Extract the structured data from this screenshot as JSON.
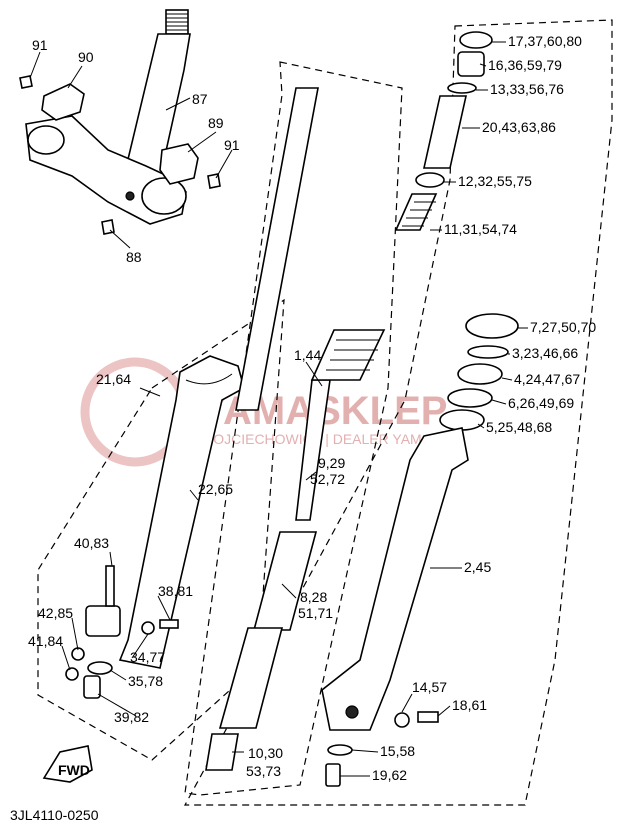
{
  "diagram": {
    "code": "3JL4110-0250",
    "fwd_label": "FWD",
    "watermark": {
      "brand": "YAMASKLEP",
      "sub": "WOJCIECHOWICZ | DEALER YAMAHA"
    },
    "callouts": {
      "c91a": "91",
      "c90": "90",
      "c87": "87",
      "c89": "89",
      "c91b": "91",
      "c88": "88",
      "c21_64": "21,64",
      "c22_65": "22,65",
      "c40_83": "40,83",
      "c38_81": "38,81",
      "c42_85": "42,85",
      "c41_84": "41,84",
      "c34_77": "34,77",
      "c35_78": "35,78",
      "c39_82": "39,82",
      "c1_44": "1,44",
      "c9_29": "9,29",
      "c52_72": "52,72",
      "c8_28": "8,28",
      "c51_71": "51,71",
      "c10_30": "10,30",
      "c53_73": "53,73",
      "c17": "17,37,60,80",
      "c16": "16,36,59,79",
      "c13": "13,33,56,76",
      "c20": "20,43,63,86",
      "c12": "12,32,55,75",
      "c11": "11,31,54,74",
      "c7": "7,27,50,70",
      "c3": "3,23,46,66",
      "c4": "4,24,47,67",
      "c6": "6,26,49,69",
      "c5": "5,25,48,68",
      "c2_45": "2,45",
      "c14_57": "14,57",
      "c18_61": "18,61",
      "c15_58": "15,58",
      "c19_62": "19,62"
    }
  }
}
